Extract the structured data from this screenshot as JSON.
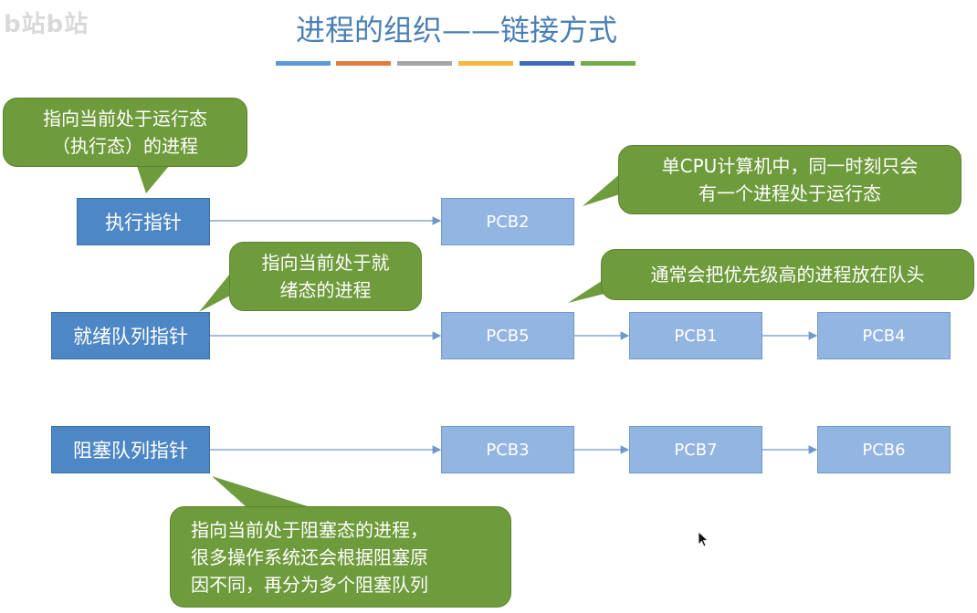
{
  "watermark": "b站b站",
  "title": "进程的组织——链接方式",
  "title_bar_colors": [
    "#5b9bd5",
    "#e07a3f",
    "#a5a5a5",
    "#f5b73b",
    "#3f6bbf",
    "#70ad47"
  ],
  "pointers": {
    "running": "执行指针",
    "ready": "就绪队列指针",
    "blocked": "阻塞队列指针"
  },
  "pcbs": {
    "running": [
      "PCB2"
    ],
    "ready": [
      "PCB5",
      "PCB1",
      "PCB4"
    ],
    "blocked": [
      "PCB3",
      "PCB7",
      "PCB6"
    ]
  },
  "callouts": {
    "running_ptr": "指向当前处于运行态\n（执行态）的进程",
    "single_cpu": "单CPU计算机中，同一时刻只会\n有一个进程处于运行态",
    "ready_ptr": "指向当前处于就\n绪态的进程",
    "priority": "通常会把优先级高的进程放在队头",
    "blocked_ptr": "指向当前处于阻塞态的进程，\n很多操作系统还会根据阻塞原\n因不同，再分为多个阻塞队列"
  },
  "colors": {
    "pointer_box": "#4e87c5",
    "pcb_box": "#93b5e1",
    "callout": "#6e9b3c",
    "title": "#4a7fb5",
    "arrow": "#6f98cc"
  }
}
